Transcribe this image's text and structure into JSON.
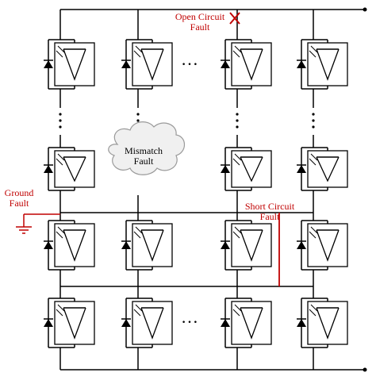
{
  "labels": {
    "open_circuit": "Open Circuit\nFault",
    "mismatch": "Mismatch\nFault",
    "ground": "Ground\nFault",
    "short_circuit": "Short Circuit\nFault"
  },
  "ellipsis": "…",
  "colors": {
    "fault": "#c00000",
    "wire": "#000000",
    "cloud_fill": "#f0f0f0",
    "cloud_stroke": "#9a9a9a"
  },
  "icons": [
    "diode-icon",
    "pv-module-icon",
    "open-circuit-x-icon",
    "ground-icon",
    "cloud-icon"
  ]
}
